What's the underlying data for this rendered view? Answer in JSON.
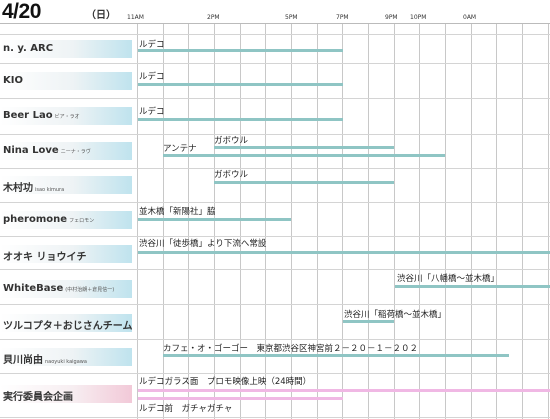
{
  "header": {
    "date": "4/20",
    "weekday": "（日）",
    "times": [
      "11AM",
      "2PM",
      "5PM",
      "7PM",
      "9PM",
      "10PM",
      "0AM"
    ]
  },
  "rows": [
    {
      "name": "n. y. ARC",
      "sub": "",
      "color": "blue",
      "events": [
        {
          "label": "ルデコ",
          "bar_color": "#8fc5c4"
        }
      ]
    },
    {
      "name": "KIO",
      "sub": "",
      "color": "blue",
      "events": [
        {
          "label": "ルデコ",
          "bar_color": "#8fc5c4"
        }
      ]
    },
    {
      "name": "Beer Lao",
      "sub": "ビア・ラオ",
      "color": "blue",
      "events": [
        {
          "label": "ルデコ",
          "bar_color": "#8fc5c4"
        }
      ]
    },
    {
      "name": "Nina Love",
      "sub": "ニーナ・ラヴ",
      "color": "blue",
      "events": [
        {
          "label": "アンテナ",
          "bar_color": "#8fc5c4"
        },
        {
          "label": "ガボウル",
          "bar_color": "#8fc5c4"
        }
      ]
    },
    {
      "name": "木村功",
      "sub": "isao kimura",
      "color": "blue",
      "events": [
        {
          "label": "ガボウル",
          "bar_color": "#8fc5c4"
        }
      ]
    },
    {
      "name": "pheromone",
      "sub": "フェロモン",
      "color": "blue",
      "events": [
        {
          "label": "並木橋「新陽社」脇",
          "bar_color": "#8fc5c4"
        }
      ]
    },
    {
      "name": "オオキ リョウイチ",
      "sub": "",
      "color": "blue",
      "events": [
        {
          "label": "渋谷川「徒歩橋」より下流へ常設",
          "bar_color": "#8fc5c4"
        }
      ]
    },
    {
      "name": "WhiteBase",
      "sub": "(中村治朗＋倉見信一)",
      "color": "blue",
      "events": [
        {
          "label": "渋谷川「八幡橋〜並木橋」",
          "bar_color": "#8fc5c4"
        }
      ]
    },
    {
      "name": "ツルコプタ＋おじさんチーム",
      "sub": "",
      "color": "blue",
      "events": [
        {
          "label": "渋谷川「稲荷橋〜並木橋」",
          "bar_color": "#8fc5c4"
        }
      ]
    },
    {
      "name": "貝川尚由",
      "sub": "naoyuki kaigawa",
      "color": "blue",
      "events": [
        {
          "label": "カフェ・オ・ゴーゴー　東京都渋谷区神宮前２－２０－１－２０２",
          "bar_color": "#8fc5c4"
        }
      ]
    },
    {
      "name": "実行委員会企画",
      "sub": "",
      "color": "pink",
      "events": [
        {
          "label": "ルデコガラス面　プロモ映像上映（24時間）",
          "bar_color": "#f0b8e4"
        },
        {
          "label": "ルデコ前　ガチャガチャ",
          "bar_color": "#f0b8e4"
        }
      ]
    }
  ]
}
